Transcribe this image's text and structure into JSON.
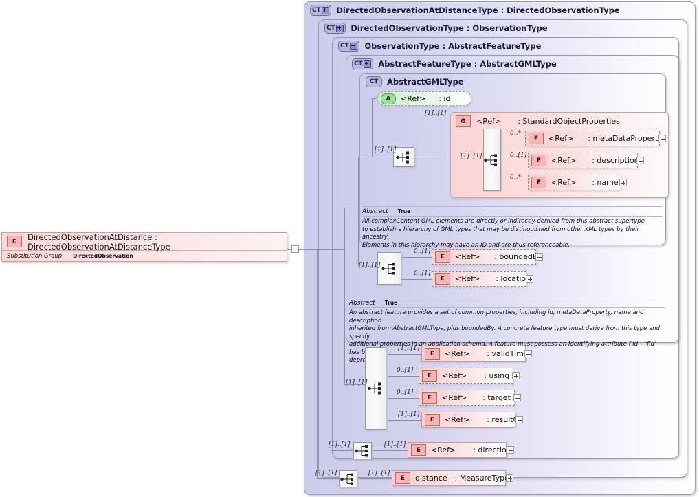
{
  "diagram": {
    "kind": "xml-schema-element-diagram",
    "root_element": {
      "badge": "E",
      "name": "DirectedObservationAtDistance",
      "separator": ":",
      "type": "DirectedObservationAtDistanceType",
      "label_text": "DirectedObservationAtDistance : DirectedObservationAtDistanceType",
      "substitution_group_label": "Substitution Group",
      "substitution_group_value": "DirectedObservation"
    },
    "containers": [
      {
        "badge": "CT",
        "expandable": true,
        "title": "DirectedObservationAtDistanceType : DirectedObservationType"
      },
      {
        "badge": "CT",
        "expandable": true,
        "title": "DirectedObservationType : ObservationType"
      },
      {
        "badge": "CT",
        "expandable": true,
        "title": "ObservationType : AbstractFeatureType"
      },
      {
        "badge": "CT",
        "expandable": true,
        "title": "AbstractFeatureType : AbstractGMLType"
      },
      {
        "badge": "CT",
        "expandable": false,
        "title": "AbstractGMLType"
      }
    ],
    "group": {
      "badge": "G",
      "ref": "<Ref>",
      "type": ": StandardObjectProperties"
    },
    "nodes": {
      "id_attribute": {
        "badge": "A",
        "ref": "<Ref>",
        "type": ": id",
        "required": false
      },
      "metaDataProperty": {
        "badge": "E",
        "ref": "<Ref>",
        "type": ": metaDataProperty",
        "cardinality": "0..*",
        "required": false
      },
      "description": {
        "badge": "E",
        "ref": "<Ref>",
        "type": ": description",
        "cardinality": "0..[1]",
        "required": false
      },
      "name": {
        "badge": "E",
        "ref": "<Ref>",
        "type": ": name",
        "cardinality": "0..*",
        "required": false
      },
      "boundedBy": {
        "badge": "E",
        "ref": "<Ref>",
        "type": ": boundedBy",
        "cardinality": "0..[1]",
        "required": false
      },
      "location": {
        "badge": "E",
        "ref": "<Ref>",
        "type": ": location",
        "cardinality": "0..[1]",
        "required": false
      },
      "validTime": {
        "badge": "E",
        "ref": "<Ref>",
        "type": ": validTime",
        "cardinality": "[1]..[1]",
        "required": true
      },
      "using": {
        "badge": "E",
        "ref": "<Ref>",
        "type": ": using",
        "cardinality": "0..[1]",
        "required": false
      },
      "target": {
        "badge": "E",
        "ref": "<Ref>",
        "type": ": target",
        "cardinality": "0..[1]",
        "required": false
      },
      "resultOf": {
        "badge": "E",
        "ref": "<Ref>",
        "type": ": resultOf",
        "cardinality": "[1]..[1]",
        "required": true
      },
      "direction": {
        "badge": "E",
        "ref": "<Ref>",
        "type": ": direction",
        "cardinality": "[1]..[1]",
        "required": true
      },
      "distance": {
        "badge": "E",
        "ref": "distance",
        "type": ": MeasureType",
        "cardinality": "[1]..[1]",
        "required": true
      }
    },
    "cardinalities": {
      "gml_seq_outer": "[1]..[1]",
      "group_ref": "[1]..[1]",
      "group_seq": "[1]..[1]",
      "feature_seq": "[1]..[1]",
      "observation_seq": "[1]..[1]",
      "direction_seq": "[1]..[1]",
      "direction_node": "[1]..[1]",
      "distance_seq": "[1]..[1]",
      "distance_node": "[1]..[1]"
    },
    "annotations": [
      {
        "abstract_label": "Abstract",
        "abstract_value": "True",
        "text": "All complexContent GML elements are directly or indirectly derived from this abstract supertype\nto establish a hierarchy of GML types that may be distinguished from other XML types by their ancestry.\nElements in this hierarchy may have an ID and are thus referenceable."
      },
      {
        "abstract_label": "Abstract",
        "abstract_value": "True",
        "text": "An abstract feature provides a set of common properties, including id, metaDataProperty, name and description\ninherited from AbstractGMLType, plus boundedBy.    A concrete feature type must derive from this type and specify\nadditional  properties in an application schema. A feature must possess an identifying attribute ('id' - 'fid' has been\ndeprecated)."
      }
    ],
    "colors": {
      "container_fill": "#ccccec",
      "container_border": "#9a9ab4",
      "element_fill": "#f7cfcf",
      "element_border": "#cf9a9a",
      "attribute_fill": "#cdeccd",
      "group_fill": "#fbd5d5",
      "connector": "#8e8ea8"
    }
  }
}
